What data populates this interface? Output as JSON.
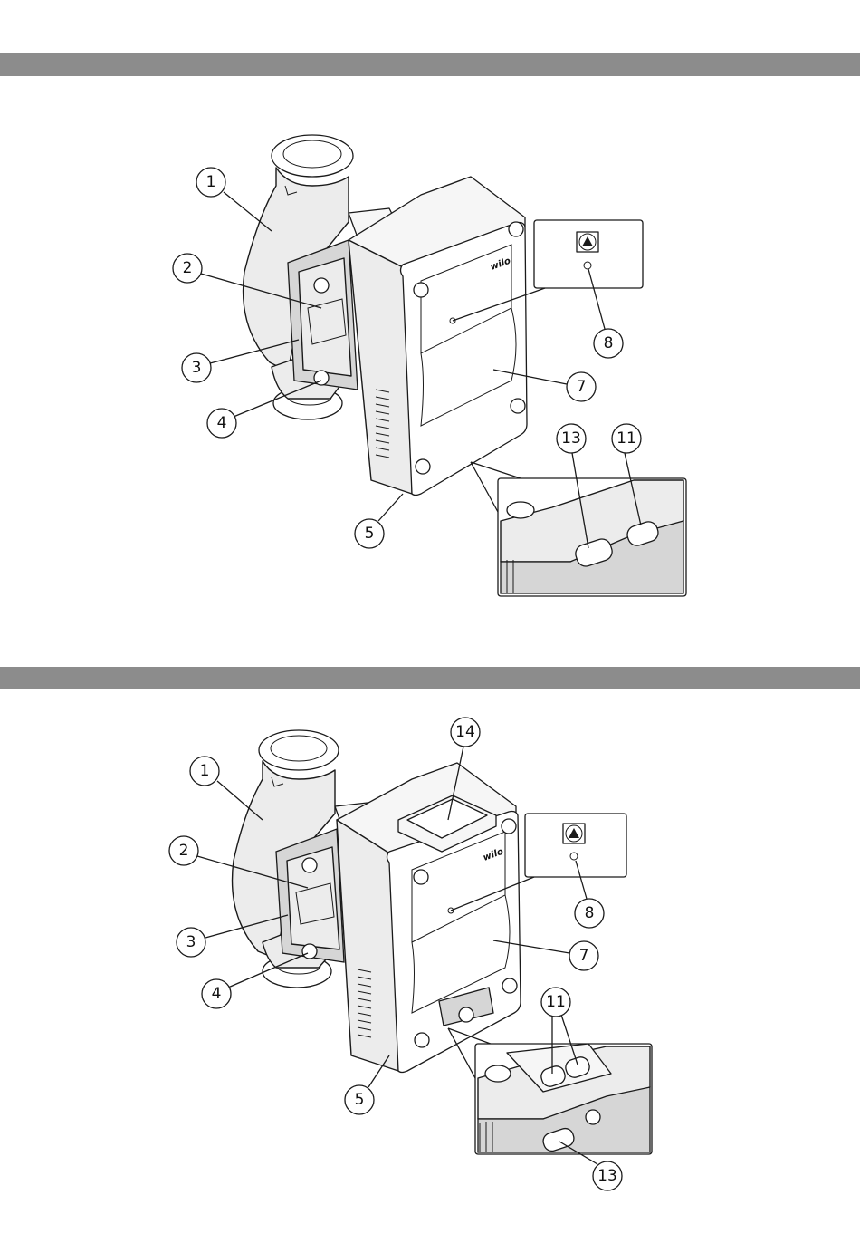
{
  "figures": [
    {
      "callouts": [
        "1",
        "2",
        "3",
        "4",
        "5",
        "7",
        "8",
        "11",
        "13"
      ],
      "brand_logo": "wilo",
      "led_symbol": "triangle-up-icon"
    },
    {
      "callouts": [
        "1",
        "2",
        "3",
        "4",
        "5",
        "7",
        "8",
        "11",
        "13",
        "14"
      ],
      "brand_logo": "wilo",
      "led_symbol": "triangle-up-icon"
    }
  ],
  "colors": {
    "band": "#8c8c8c",
    "line": "#1a1a1a",
    "body": "#ececec"
  }
}
